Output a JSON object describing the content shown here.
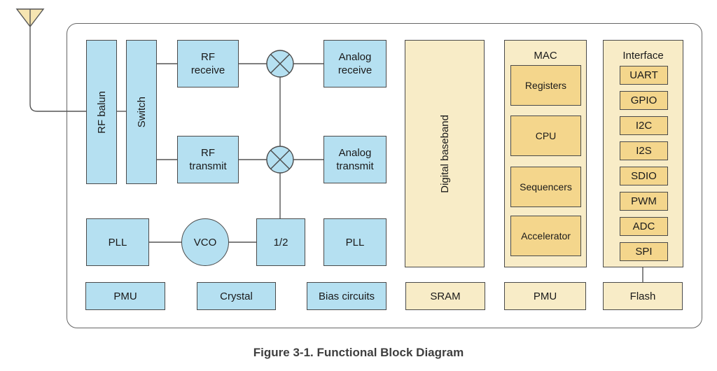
{
  "caption": "Figure 3-1. Functional Block Diagram",
  "colors": {
    "rf_block_fill": "#b5e0f1",
    "digital_block_fill": "#f8ecc7",
    "digital_inner_fill": "#f4d68c",
    "antenna_fill": "#f6e5b2",
    "block_border": "#4a4a4a",
    "wire": "#555555"
  },
  "blocks": {
    "rf_balun": "RF balun",
    "switch": "Switch",
    "rf_receive": "RF receive",
    "rf_transmit": "RF transmit",
    "analog_receive": "Analog receive",
    "analog_transmit": "Analog transmit",
    "pll_left": "PLL",
    "vco": "VCO",
    "divide_by_2": "1/2",
    "pll_right": "PLL",
    "pmu_analog": "PMU",
    "crystal": "Crystal",
    "bias_circuits": "Bias circuits",
    "digital_baseband": "Digital baseband",
    "sram": "SRAM",
    "pmu_digital": "PMU",
    "flash": "Flash"
  },
  "mac": {
    "title": "MAC",
    "items": [
      "Registers",
      "CPU",
      "Sequencers",
      "Accelerator"
    ]
  },
  "interface": {
    "title": "Interface",
    "items": [
      "UART",
      "GPIO",
      "I2C",
      "I2S",
      "SDIO",
      "PWM",
      "ADC",
      "SPI"
    ]
  }
}
